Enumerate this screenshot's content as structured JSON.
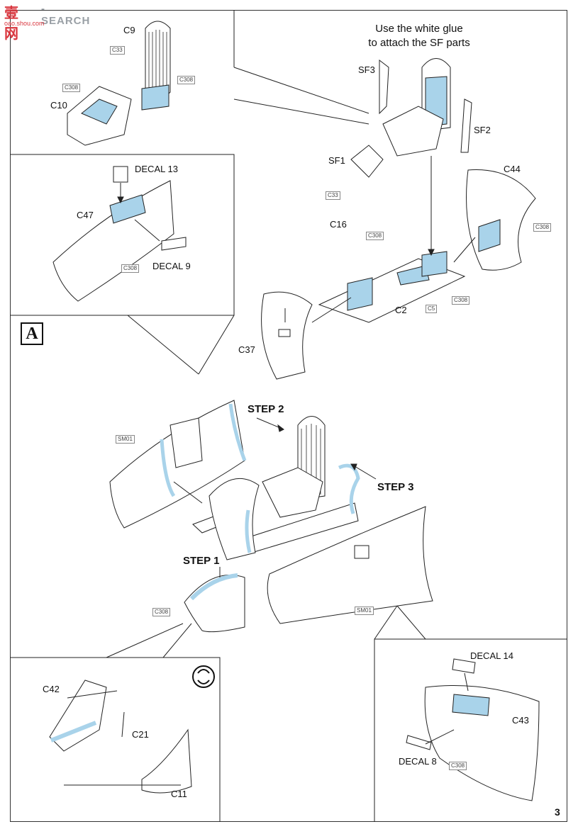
{
  "watermark": {
    "brand_cn": "壹网",
    "brand_en": "-SEARCH",
    "url": "oao.shou.com"
  },
  "instruction_note": {
    "line1": "Use the white glue",
    "line2": "to attach the SF parts"
  },
  "section_letter": "A",
  "page_number": "3",
  "steps": {
    "step1": "STEP 1",
    "step2": "STEP 2",
    "step3": "STEP 3"
  },
  "parts": {
    "c9": "C9",
    "c10": "C10",
    "c47": "C47",
    "decal13": "DECAL 13",
    "decal9": "DECAL 9",
    "sf3": "SF3",
    "sf2": "SF2",
    "sf1": "SF1",
    "c44": "C44",
    "c16": "C16",
    "c2": "C2",
    "c37": "C37",
    "c42": "C42",
    "c21": "C21",
    "c11": "C11",
    "decal14": "DECAL 14",
    "c43": "C43",
    "decal8": "DECAL 8"
  },
  "tags": {
    "c33_top": "C33",
    "c308_a": "C308",
    "c308_b": "C308",
    "c308_c": "C308",
    "c33_mid": "C33",
    "c308_d": "C308",
    "c308_e": "C308",
    "c308_f": "C308",
    "c5": "C5",
    "sm01_a": "SM01",
    "sm01_b": "SM01",
    "c308_g": "C308",
    "c308_h": "C308"
  },
  "colors": {
    "line": "#222222",
    "glue_blue": "#a9d3ea",
    "frame": "#333333"
  }
}
